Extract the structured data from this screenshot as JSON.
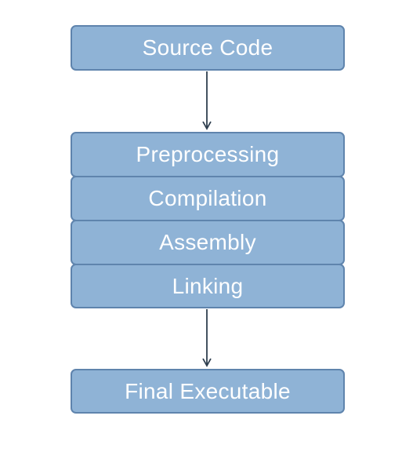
{
  "nodes": {
    "source": "Source Code",
    "stages": [
      "Preprocessing",
      "Compilation",
      "Assembly",
      "Linking"
    ],
    "final": "Final Executable"
  },
  "colors": {
    "box_fill": "#8fb3d6",
    "box_border": "#5f84ad",
    "text": "#ffffff",
    "arrow": "#2f3f4f"
  }
}
